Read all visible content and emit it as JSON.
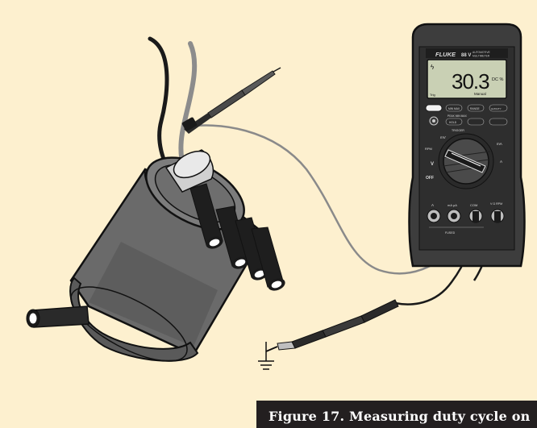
{
  "caption": "Figure 17. Measuring duty cycle on",
  "meter": {
    "brand": "FLUKE",
    "model": "88 V",
    "subtitle_line1": "AUTOMOTIVE",
    "subtitle_line2": "MULTIMETER",
    "display_value": "30.3",
    "display_unit": "DC %",
    "display_mode": "Manual",
    "display_flag": "Trig",
    "buttons": [
      "MIN MAX",
      "RANGE",
      "Hz/DUTY",
      "PEAK MIN MAX",
      "HOLD",
      "TRIGGER"
    ],
    "dial_labels": [
      "OFF",
      "V",
      "mV",
      "RPM",
      "mA",
      "A"
    ],
    "jack_labels": [
      "A",
      "mA µA",
      "COM",
      "V Ω RPM"
    ],
    "fuse_text": "FUSED",
    "colors": {
      "background": "#fdf0cf",
      "case": "#3a3a3a",
      "lcd": "#c9d0b4"
    }
  },
  "icons": [
    "ground-icon"
  ]
}
